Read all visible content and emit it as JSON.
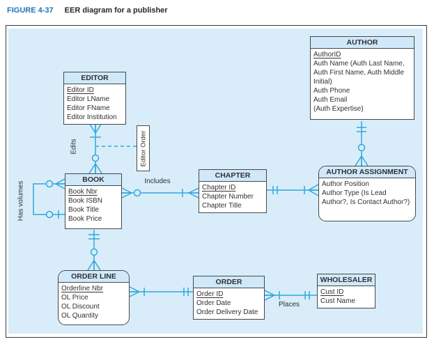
{
  "figure": {
    "label": "FIGURE 4-37",
    "title": "EER diagram for a publisher"
  },
  "colors": {
    "figure_label": "#1b75bb",
    "diagram_background": "#d8edf9",
    "relationship_line": "#2fa8dd",
    "entity_header_fill": "#cfe9fa",
    "entity_border": "#47474a"
  },
  "entities": {
    "editor": {
      "name": "EDITOR",
      "pk": "Editor ID",
      "attrs": [
        "Editor ID",
        "Editor LName",
        "Editor FName",
        "Editor Institution"
      ]
    },
    "author": {
      "name": "AUTHOR",
      "pk": "AuthorID",
      "attrs": [
        "AuthorID",
        "Auth Name (Auth Last Name, Auth First Name, Auth Middle Initial)",
        "Auth Phone",
        "Auth Email",
        "(Auth Expertise)"
      ]
    },
    "editor_order": {
      "name": "Editor Order"
    },
    "book": {
      "name": "BOOK",
      "pk": "Book Nbr",
      "attrs": [
        "Book Nbr",
        "Book ISBN",
        "Book Title",
        "Book Price"
      ]
    },
    "chapter": {
      "name": "CHAPTER",
      "pk": "Chapter ID",
      "attrs": [
        "Chapter ID",
        "Chapter Number",
        "Chapter Title"
      ]
    },
    "author_assignment": {
      "name": "AUTHOR ASSIGNMENT",
      "attrs": [
        "Author Position",
        "Author Type (Is Lead Author?, Is Contact Author?)"
      ]
    },
    "order_line": {
      "name": "ORDER LINE",
      "pk": "Orderline Nbr",
      "attrs": [
        "Orderline Nbr",
        "OL Price",
        "OL Discount",
        "OL Quantity"
      ]
    },
    "order": {
      "name": "ORDER",
      "pk": "Order ID",
      "attrs": [
        "Order ID",
        "Order Date",
        "Order Delivery Date"
      ]
    },
    "wholesaler": {
      "name": "WHOLESALER",
      "pk": "Cust ID",
      "attrs": [
        "Cust ID",
        "Cust Name"
      ]
    }
  },
  "relationships": {
    "edits": "Edits",
    "includes": "Includes",
    "has_volumes": "Has volumes",
    "places": "Places"
  },
  "connections": [
    {
      "from": "EDITOR",
      "to": "BOOK",
      "label": "Edits",
      "editor_side": "one or many",
      "book_side": "zero or many",
      "note": "dashed line links Editor Order attribute box to the relationship"
    },
    {
      "from": "BOOK",
      "to": "BOOK",
      "label": "Has volumes",
      "side_a": "zero or many",
      "side_b": "zero or one"
    },
    {
      "from": "BOOK",
      "to": "CHAPTER",
      "label": "Includes",
      "book_side": "zero or many",
      "chapter_side": "one or many"
    },
    {
      "from": "CHAPTER",
      "to": "AUTHOR ASSIGNMENT",
      "chapter_side": "exactly one",
      "assignment_side": "one or many"
    },
    {
      "from": "AUTHOR",
      "to": "AUTHOR ASSIGNMENT",
      "author_side": "exactly one",
      "assignment_side": "zero or many"
    },
    {
      "from": "BOOK",
      "to": "ORDER LINE",
      "book_side": "exactly one",
      "order_line_side": "zero or many"
    },
    {
      "from": "ORDER",
      "to": "ORDER LINE",
      "order_side": "exactly one",
      "order_line_side": "one or many"
    },
    {
      "from": "WHOLESALER",
      "to": "ORDER",
      "label": "Places",
      "wholesaler_side": "exactly one",
      "order_side": "one or many"
    }
  ]
}
